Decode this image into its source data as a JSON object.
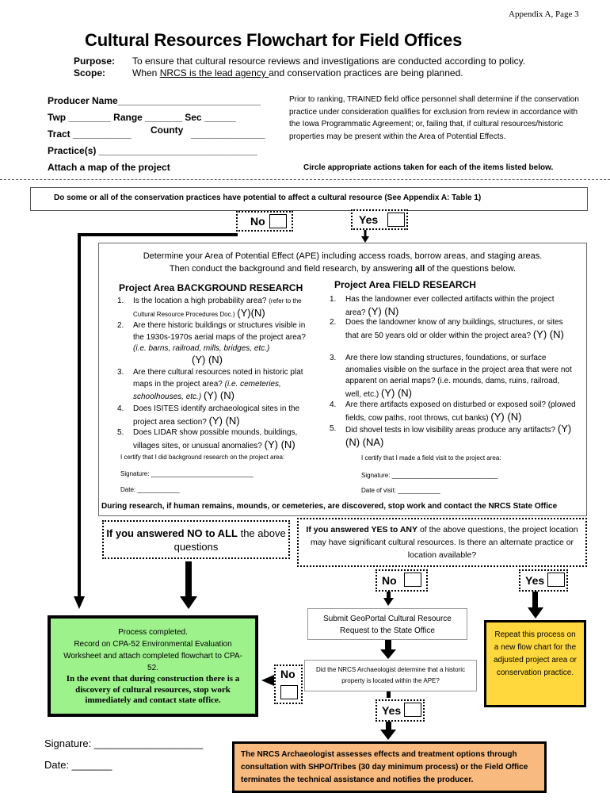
{
  "appendix": "Appendix A, Page 3",
  "title": "Cultural Resources Flowchart for Field Offices",
  "purpose": {
    "label": "Purpose:",
    "text": "To ensure that cultural resource reviews and investigations are conducted according to policy."
  },
  "scope": {
    "label": "Scope:",
    "text_underlined": "NRCS is the lead agency ",
    "text_pre": "When ",
    "text_post": "and conservation practices are being planned."
  },
  "form": {
    "producer": "Producer Name___________________________",
    "twp": "Twp ________ Range _______ Sec ______",
    "county_label": "County",
    "tract": "Tract ___________",
    "county_line": "______________",
    "practices": "Practice(s) ______________________________",
    "map": "Attach a map of the project"
  },
  "intro": "Prior to ranking, TRAINED field office personnel shall determine if the conservation practice under consideration qualifies for exclusion from review in accordance with the Iowa Programmatic Agreement; or, failing that, if cultural resources/historic properties may be present within the Area of Potential Effects.",
  "circle_note": "Circle appropriate actions taken for each of the items listed below.",
  "question_top": "Do some or all of the conservation practices have potential to affect a cultural resource (See Appendix A: Table 1)",
  "no": "No",
  "yes": "Yes",
  "ape_line1": "Determine your Area of Potential Effect (APE) including access roads, borrow areas, and staging areas.",
  "ape_line2_pre": "Then conduct the background and field research, by answering ",
  "ape_line2_bold": "all",
  "ape_line2_post": " of the questions below.",
  "background": {
    "heading": "Project Area BACKGROUND RESEARCH",
    "q1": "Is the location a high probability area? ",
    "q1_small": "(refer to the Cultural Resource Procedures Doc.)",
    "q1_yn": "(Y)(N)",
    "q2a": "Are there historic buildings or structures visible in the 1930s-1970s aerial maps of the project area? ",
    "q2_ital": "(i.e. barns, railroad, mills, bridges, etc.)",
    "q2_yn": "(Y) (N)",
    "q3": "Are there cultural resources noted in historic plat maps in the project area? ",
    "q3_ital": "(i.e. cemeteries, schoolhouses, etc.)",
    "q3_yn": "(Y) (N)",
    "q4": "Does ISITES identify archaeological sites in the project area section?",
    "q4_yn": "(Y) (N)",
    "q5": "Does LIDAR show possible mounds, buildings, villages sites, or unusual anomalies?",
    "q5_yn": "(Y) (N)",
    "certify": "I certify that I did background research on the project area:",
    "signature": "Signature: _____________________________",
    "date": "Date: ____________"
  },
  "field": {
    "heading": "Project Area FIELD RESEARCH",
    "q1": "Has the landowner ever collected artifacts within the project area?",
    "q1_yn": "(Y) (N)",
    "q2": "Does the landowner know of any buildings, structures, or sites that are 50 years old or older within the project area?",
    "q2_yn": "(Y) (N)",
    "q3": "Are there low standing structures, foundations, or surface anomalies visible on the surface in the project area that were not apparent on aerial maps? (i.e. mounds, dams, ruins, railroad, well, etc.)",
    "q3_yn": "(Y) (N)",
    "q4": "Are there artifacts exposed on disturbed or exposed soil? (plowed fields, cow paths, root throws, cut banks)",
    "q4_yn": "(Y) (N)",
    "q5": "Did shovel tests in low visibility areas produce any artifacts?",
    "q5_yn": "(Y) (N) (NA)",
    "certify": "I certify that I made a field visit to the project area:",
    "signature": "Signature: ______________________________",
    "date": "Date of visit: ____________"
  },
  "remains_notice": "During research, if human remains, mounds, or cemeteries, are discovered, stop work and contact the NRCS State Office",
  "no_all": {
    "bold": "If you answered NO to ALL",
    "rest": " the above questions"
  },
  "yes_any": {
    "bold": "If you answered YES to ANY",
    "rest": " of the above questions, the project location may have significant cultural resources. Is there an alternate practice or location available?"
  },
  "green": {
    "l1": "Process completed.",
    "l2": "Record on CPA-52 Environmental Evaluation Worksheet and attach completed flowchart to CPA-52.",
    "l3": "In the event that during construction there is a discovery of cultural resources, stop work immediately and contact state office."
  },
  "submit": "Submit GeoPortal Cultural Resource Request to the State Office",
  "archaeologist_q": "Did the NRCS Archaeologist determine that a historic property is located within the APE?",
  "repeat": "Repeat this process on a new flow chart for the adjusted project area or conservation practice.",
  "orange": "The NRCS Archaeologist assesses effects and treatment options through consultation with SHPO/Tribes (30 day minimum process) or the Field Office terminates the technical assistance and notifies the producer.",
  "signature": "Signature: ___________________",
  "date": "Date: _______"
}
